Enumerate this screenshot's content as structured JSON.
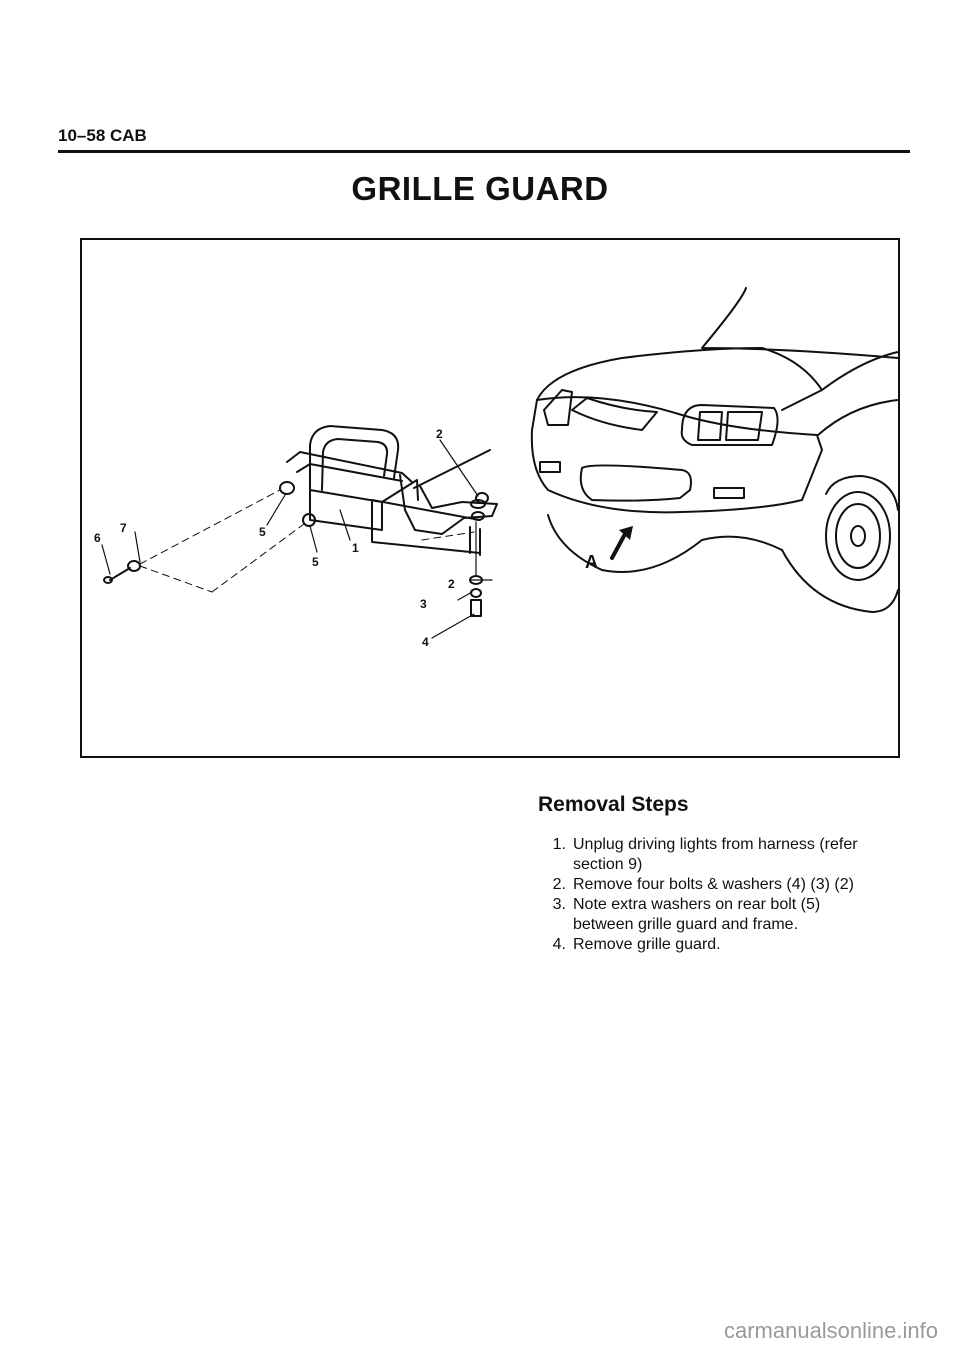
{
  "header": {
    "section": "10–58 CAB"
  },
  "title": "GRILLE GUARD",
  "figure": {
    "callouts": [
      "2",
      "7",
      "6",
      "5",
      "5",
      "1",
      "2",
      "3",
      "4"
    ],
    "view_label": "A"
  },
  "removal": {
    "heading": "Removal Steps",
    "steps": [
      {
        "num": "1.",
        "text": "Unplug driving lights from harness (refer section 9)"
      },
      {
        "num": "2.",
        "text": "Remove four bolts & washers (4) (3) (2)"
      },
      {
        "num": "3.",
        "text": "Note extra washers on rear bolt (5) between grille guard and frame."
      },
      {
        "num": "4.",
        "text": "Remove grille guard."
      }
    ]
  },
  "watermark": "carmanualsonline.info"
}
